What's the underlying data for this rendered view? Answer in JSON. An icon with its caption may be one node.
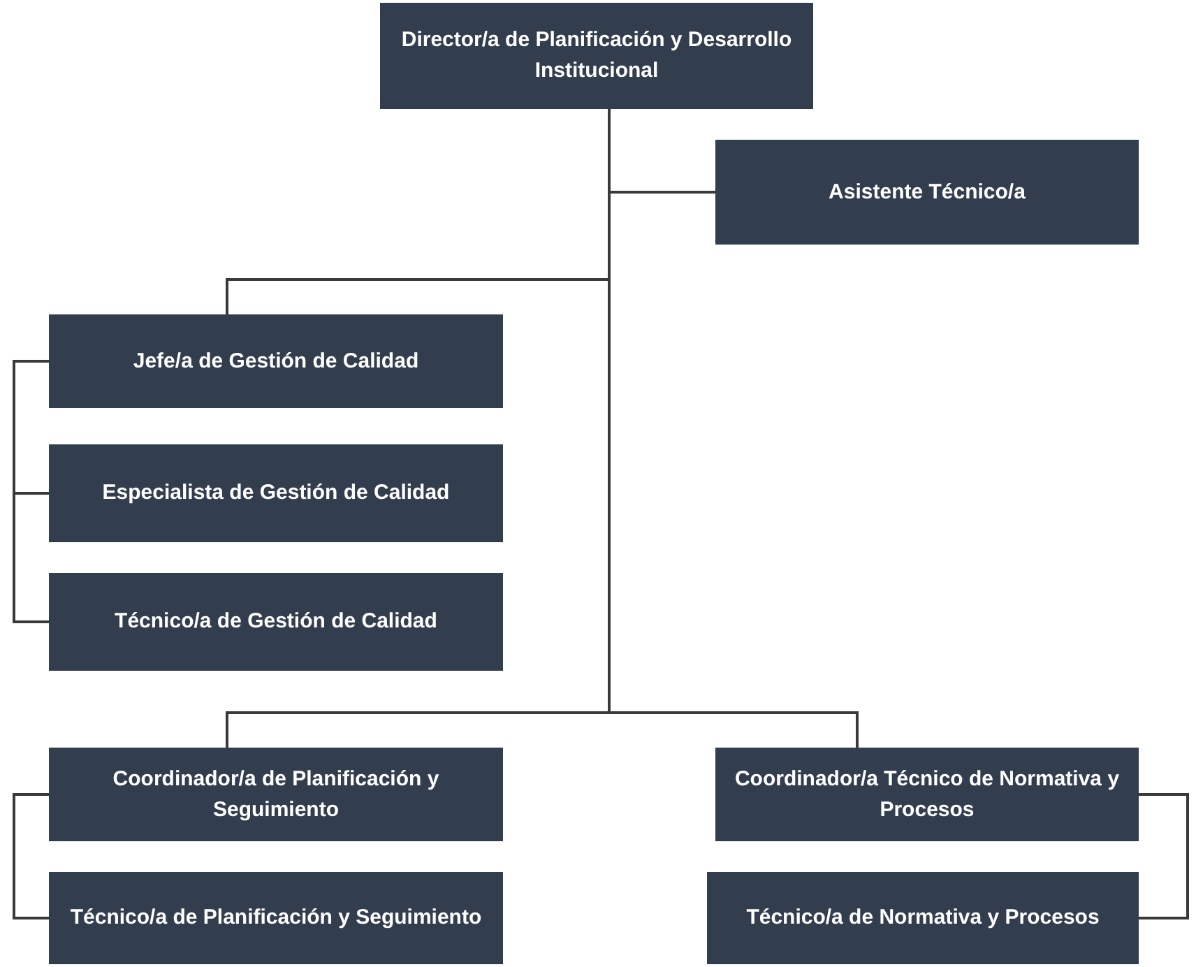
{
  "diagram": {
    "nodes": [
      {
        "text": [
          "Director/a de Planificación y Desarrollo Institucional"
        ]
      },
      {
        "text": [
          "Asistente Técnico/a"
        ]
      },
      {
        "text": [
          "Jefe/a de Gestión de Calidad"
        ]
      },
      {
        "text": [
          "Especialista de Gestión de Calidad"
        ]
      },
      {
        "text": [
          "Técnico/a de Gestión de Calidad"
        ]
      },
      {
        "text": [
          "Coordinador/a de Planificación y Seguimiento"
        ]
      },
      {
        "text": [
          "Técnico/a de Planificación y Seguimiento"
        ]
      },
      {
        "text": [
          "Coordinador/a Técnico de Normativa y Procesos"
        ]
      },
      {
        "text": [
          "Técnico/a de Normativa y Procesos"
        ]
      }
    ],
    "edges": [
      {
        "from": 0,
        "to": 1,
        "arrow": "none"
      },
      {
        "from": 0,
        "to": 2,
        "arrow": "none"
      },
      {
        "from": 2,
        "to": 3,
        "arrow": "none"
      },
      {
        "from": 2,
        "to": 4,
        "arrow": "none"
      },
      {
        "from": 0,
        "to": 5,
        "arrow": "none"
      },
      {
        "from": 5,
        "to": 6,
        "arrow": "none"
      },
      {
        "from": 0,
        "to": 7,
        "arrow": "none"
      },
      {
        "from": 7,
        "to": 8,
        "arrow": "none"
      }
    ]
  }
}
